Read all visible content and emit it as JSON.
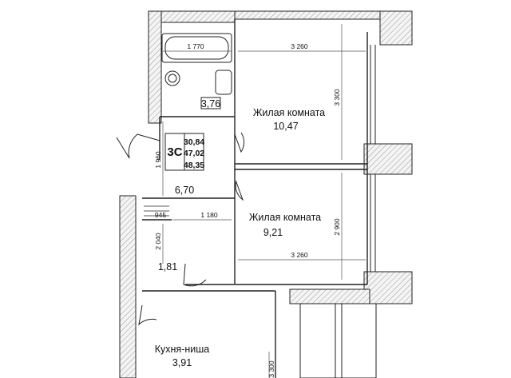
{
  "plan": {
    "apartment_type": "3С",
    "areas": [
      "30,84",
      "47,02",
      "48,35"
    ],
    "rooms": [
      {
        "id": "living-room-1",
        "name": "Жилая комната",
        "area": "10,47"
      },
      {
        "id": "living-room-2",
        "name": "Жилая комната",
        "area": "9,21"
      },
      {
        "id": "bathroom",
        "area": "3,76"
      },
      {
        "id": "hallway",
        "area": "6,70"
      },
      {
        "id": "wardrobe",
        "area": "1,81"
      },
      {
        "id": "kitchen-niche",
        "name": "Кухня-ниша",
        "area": "3,91"
      }
    ],
    "dimensions": [
      "1 770",
      "3 260",
      "3 300",
      "1 960",
      "1 180",
      "945",
      "2 900",
      "2 040",
      "3 260",
      "3 300"
    ]
  },
  "colors": {
    "wall_fill": "#f4f4f4",
    "wall_hatch": "#9a9a9a",
    "line": "#222222"
  }
}
